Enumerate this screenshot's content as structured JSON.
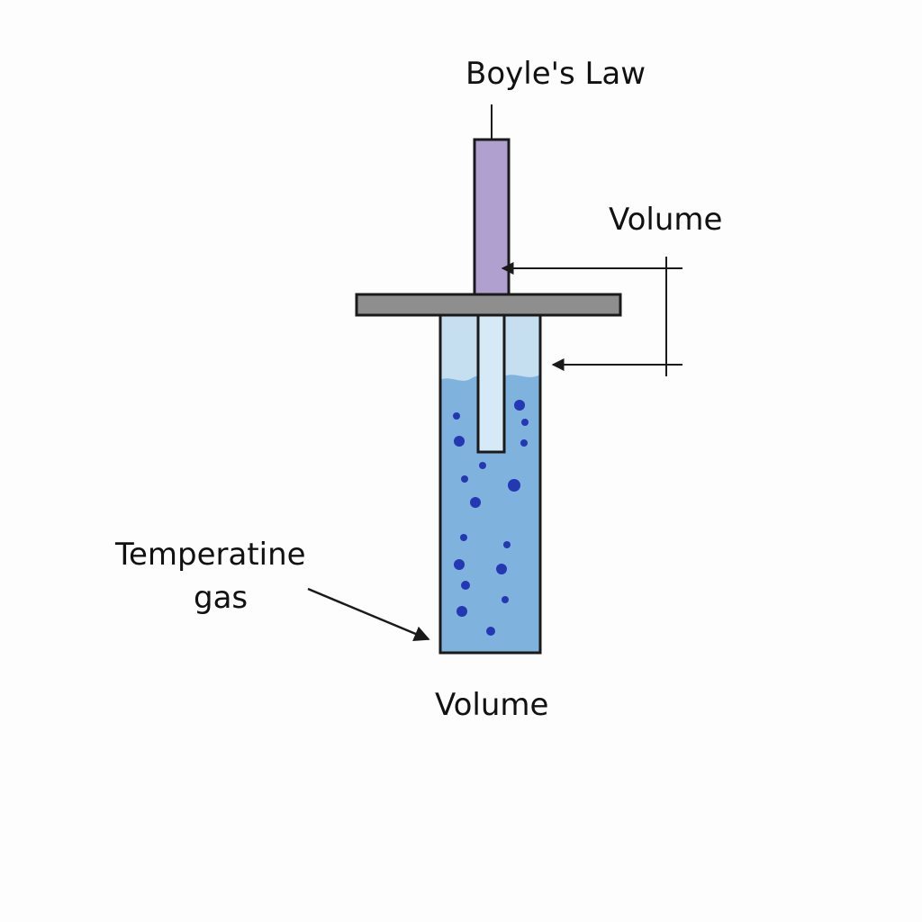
{
  "title": "Boyle's Law",
  "labels": {
    "volume_right": "Volume",
    "temperature": "Temperatine",
    "gas": "gas",
    "volume_bottom": "Volume"
  },
  "colors": {
    "background": "#fdfdfd",
    "piston_rod": "#b0a0d0",
    "plate": "#8e8e8e",
    "liquid": "#7fb2dc",
    "liquid_light": "#c5dff0",
    "bubble": "#2438b4",
    "outline": "#1a1a1a"
  }
}
